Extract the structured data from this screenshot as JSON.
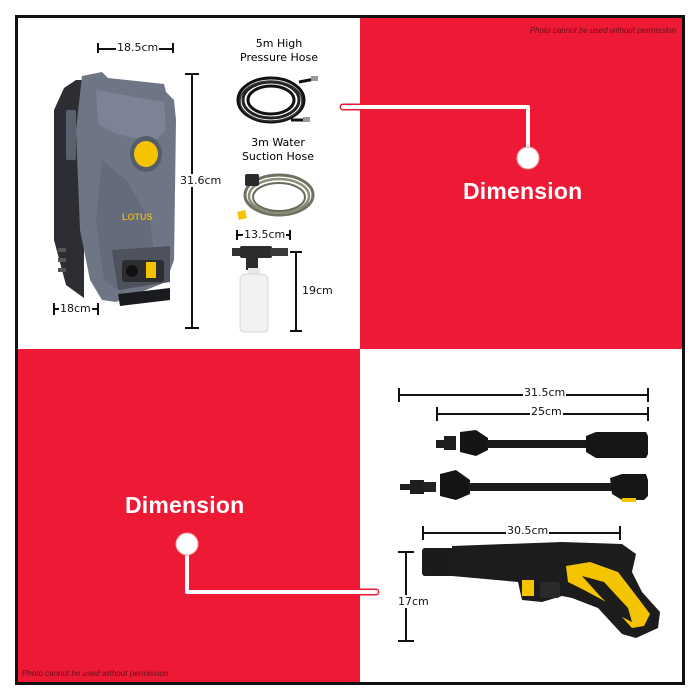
{
  "watermark": "Photo cannot be used without permission",
  "sections": {
    "top_right": {
      "title": "Dimension"
    },
    "bottom_left": {
      "title": "Dimension"
    }
  },
  "washer": {
    "brand": "LOTUS",
    "width_label": "18.5cm",
    "height_label": "31.6cm",
    "depth_label": "18cm"
  },
  "accessories": {
    "high_pressure_hose": {
      "line1": "5m High",
      "line2": "Pressure Hose"
    },
    "suction_hose": {
      "line1": "3m Water",
      "line2": "Suction Hose"
    },
    "foam_bottle": {
      "width_label": "13.5cm",
      "height_label": "19cm"
    }
  },
  "lances": {
    "long_label": "31.5cm",
    "short_label": "25cm"
  },
  "gun": {
    "width_label": "30.5cm",
    "height_label": "17cm"
  },
  "colors": {
    "accent_red": "#ee1a35",
    "frame": "#111111",
    "washer_body": "#6e7585",
    "accent_yellow": "#f5c400"
  }
}
